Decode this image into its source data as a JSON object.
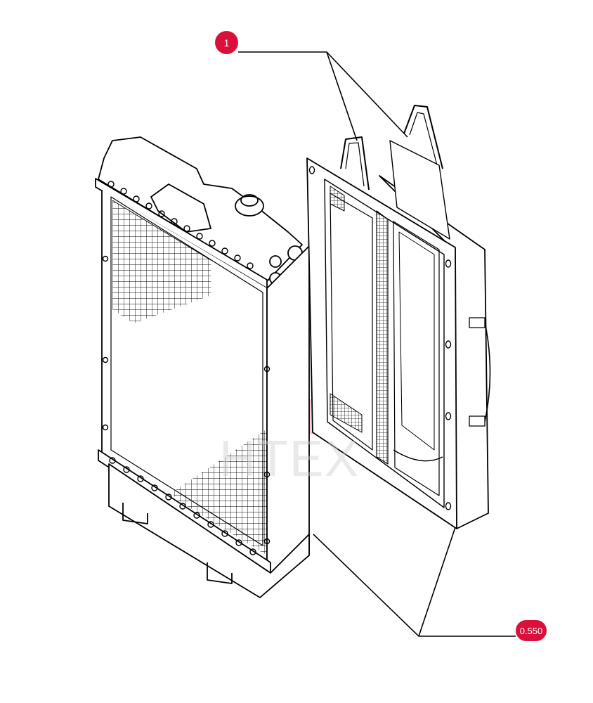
{
  "colors": {
    "callout": "#d9103a",
    "line": "#000000",
    "watermark": "#e84a5f"
  },
  "callouts": {
    "part_1": "1",
    "part_2": "0.550"
  },
  "watermark": {
    "text": "HTEX"
  }
}
